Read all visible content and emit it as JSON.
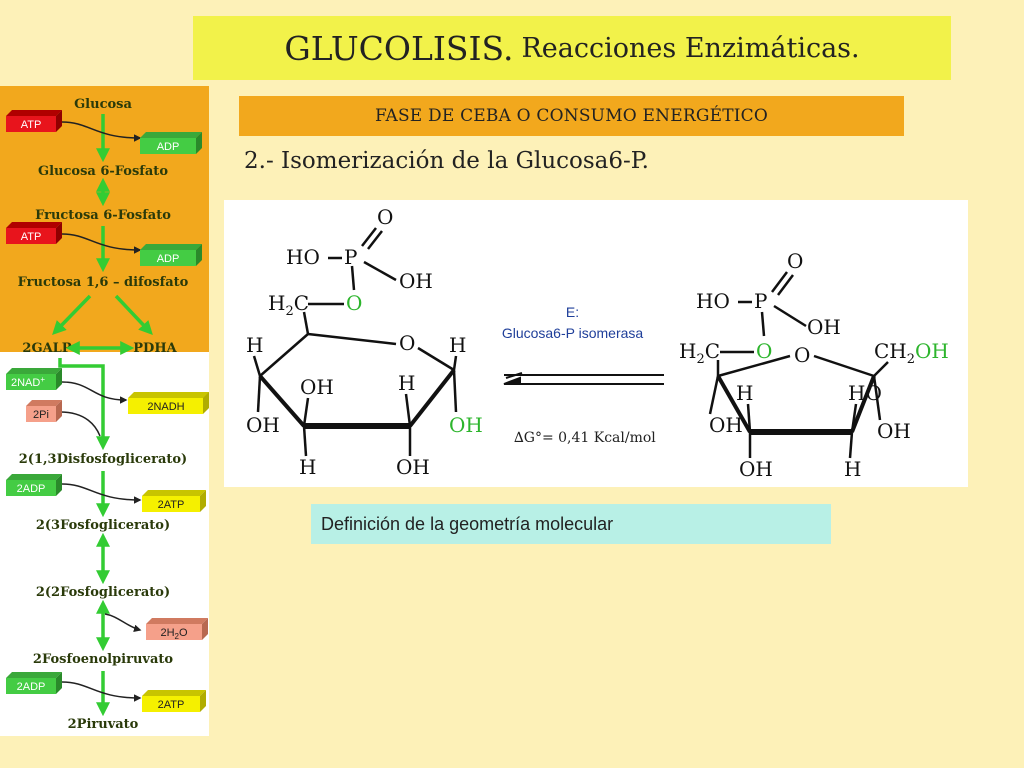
{
  "title": {
    "main": "GLUCOLISIS.",
    "sub": "Reacciones Enzimáticas."
  },
  "phase_label": "FASE DE CEBA O CONSUMO ENERGÉTICO",
  "subtitle": "2.- Isomerización de la Glucosa6-P.",
  "enzyme": {
    "line1": "E:",
    "line2": "Glucosa6-P isomerasa"
  },
  "delta_g": "∆G°= 0,41 Kcal/mol",
  "definition_box": "Definición de la geometría molecular",
  "pathway": {
    "glucosa": "Glucosa",
    "glucosa6p": "Glucosa 6-Fosfato",
    "fructosa6p": "Fructosa 6-Fosfato",
    "fructosa16": "Fructosa 1,6 – difosfato",
    "galp": "2GALP",
    "pdha": "PDHA",
    "bpg": "2(1,3Disfosfoglicerato)",
    "pg3": "2(3Fosfoglicerato)",
    "pg2": "2(2Fosfoglicerato)",
    "pep": "2Fosfoenolpiruvato",
    "piruvato": "2Piruvato",
    "atp1": "ATP",
    "adp1": "ADP",
    "atp2": "ATP",
    "adp2": "ADP",
    "nad": "2NAD",
    "nad_sup": "+",
    "pi": "2Pi",
    "nadh": "2NADH",
    "adp3": "2ADP",
    "atp3": "2ATP",
    "h2o_a": "2H",
    "h2o_sub": "2",
    "h2o_b": "O",
    "adp4": "2ADP",
    "atp4": "2ATP"
  },
  "molecule_labels": {
    "o": "O",
    "ho": "HO",
    "p": "P",
    "oh": "OH",
    "h": "H",
    "h2c_h": "H",
    "h2c_2": "2",
    "h2c_c": "C",
    "ch2": "CH",
    "ch2_2": "2",
    "ho_ring": "HO"
  },
  "colors": {
    "orange": "#f2a81d",
    "yellow": "#f2f24a",
    "red": "#e8141c",
    "green": "#33cc33",
    "cyan_box": "#b8f0e6",
    "redox_yellow": "#f5f000",
    "pink": "#f5a08a"
  }
}
